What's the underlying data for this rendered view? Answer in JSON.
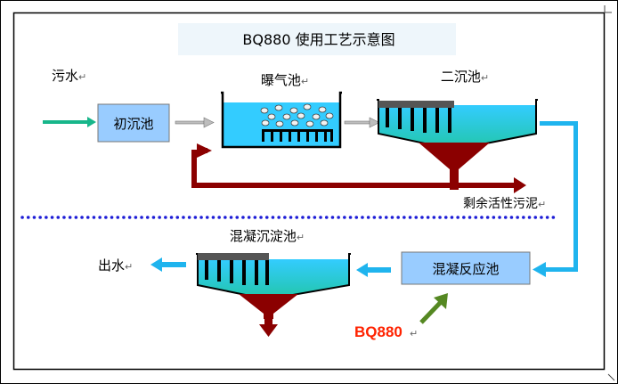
{
  "title": "BQ880  使用工艺示意图",
  "labels": {
    "wastewater": "污水",
    "primary_clarifier": "初沉池",
    "aeration_tank": "曝气池",
    "secondary_clarifier": "二沉池",
    "excess_sludge": "剩余活性污泥",
    "coag_reaction_tank": "混凝反应池",
    "coag_settling_tank": "混凝沉淀池",
    "effluent": "出水",
    "reagent": "BQ880"
  },
  "para_mark": "↵",
  "colors": {
    "water": "#33ccff",
    "box_fill": "#99ccff",
    "sludge": "#8b0000",
    "flow_blue": "#1fb4ee",
    "inlet_arrow": "#17b68a",
    "reagent_arrow": "#558822",
    "reagent_text": "#ff2200",
    "divider": "#1d1dd6",
    "title_bg": "#eef6fb"
  }
}
